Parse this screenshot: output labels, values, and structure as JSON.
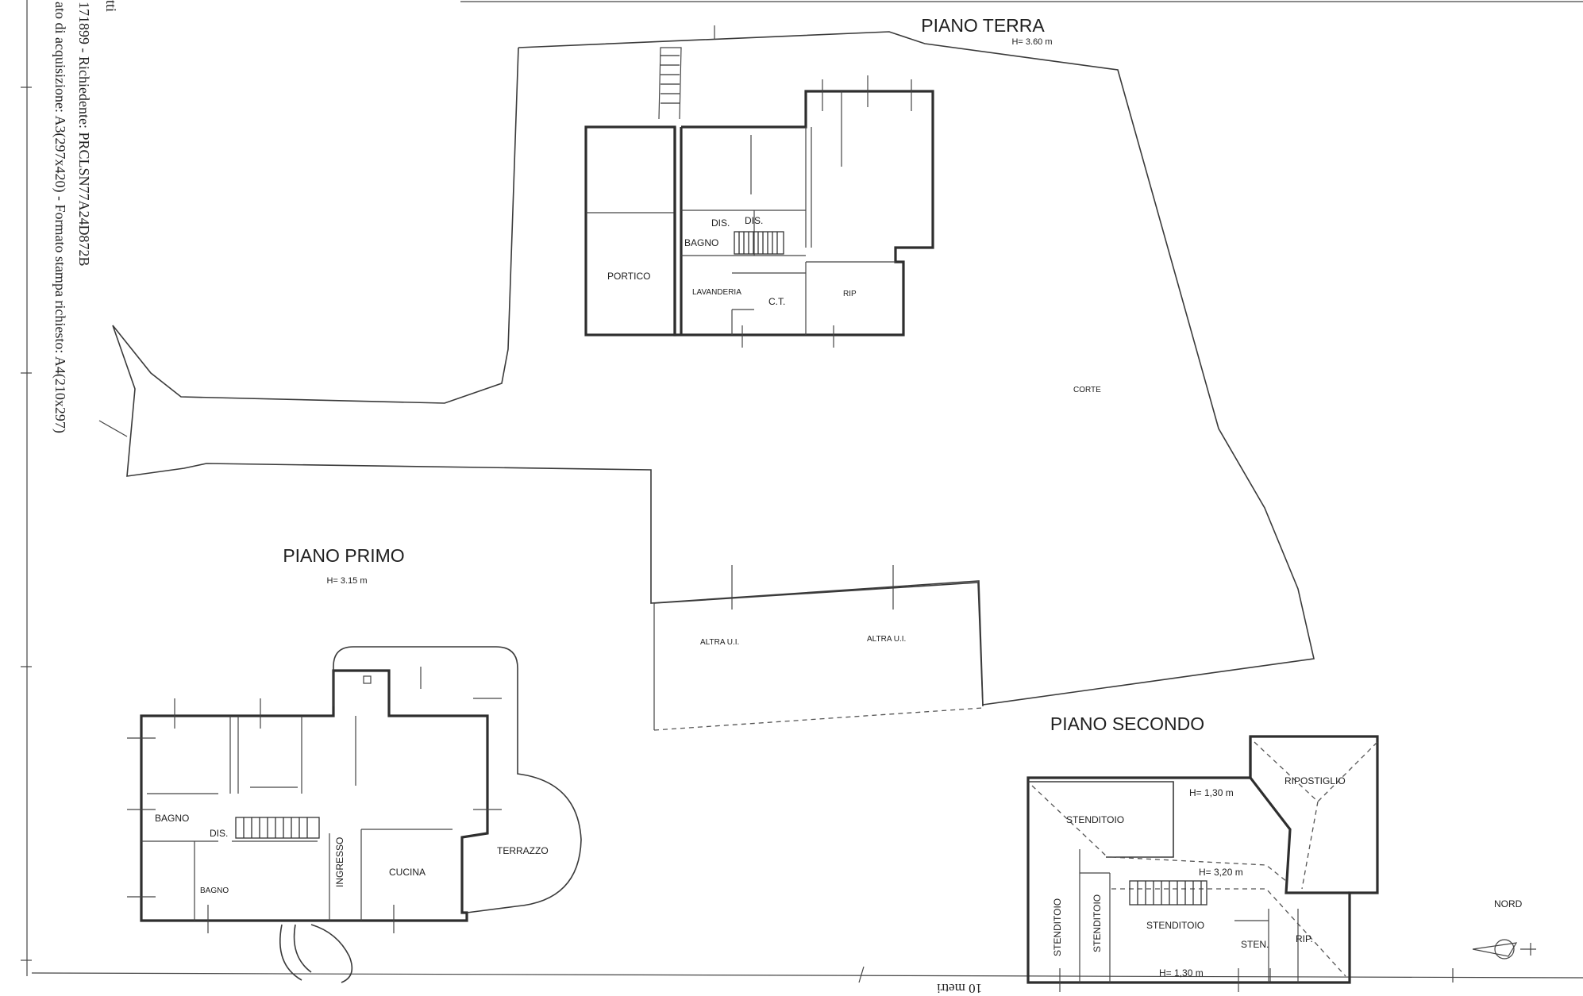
{
  "sidebar_lines": [
    "tti",
    "171899 - Richiedente: PRCLSN77A24D872B",
    "ato di acquisizione: A3(297x420) - Formato stampa richiesto: A4(210x297)"
  ],
  "floors": {
    "ground": {
      "title": "PIANO TERRA",
      "height": "H= 3.60 m",
      "rooms": {
        "portico": "PORTICO",
        "dis1": "DIS.",
        "dis2": "DIS.",
        "bagno": "BAGNO",
        "lavanderia": "LAVANDERIA",
        "ct": "C.T.",
        "rip": "RIP",
        "corte": "CORTE",
        "altra1": "ALTRA U.I.",
        "altra2": "ALTRA U.I."
      }
    },
    "first": {
      "title": "PIANO PRIMO",
      "height": "H= 3.15 m",
      "rooms": {
        "bagno1": "BAGNO",
        "dis": "DIS.",
        "bagno2": "BAGNO",
        "ingresso": "INGRESSO",
        "cucina": "CUCINA",
        "terrazzo": "TERRAZZO"
      }
    },
    "second": {
      "title": "PIANO SECONDO",
      "heights": {
        "top": "H= 1,30 m",
        "middle": "H= 3,20 m",
        "bottom": "H= 1,30 m"
      },
      "rooms": {
        "ripostiglio": "RIPOSTIGLIO",
        "stenditoio_top": "STENDITOIO",
        "stenditoio_left1": "STENDITOIO",
        "stenditoio_left2": "STENDITOIO",
        "stenditoio_center": "STENDITOIO",
        "sten": "STEN.",
        "rip": "RIP."
      }
    }
  },
  "north_label": "NORD",
  "scale_label": "10 metri"
}
